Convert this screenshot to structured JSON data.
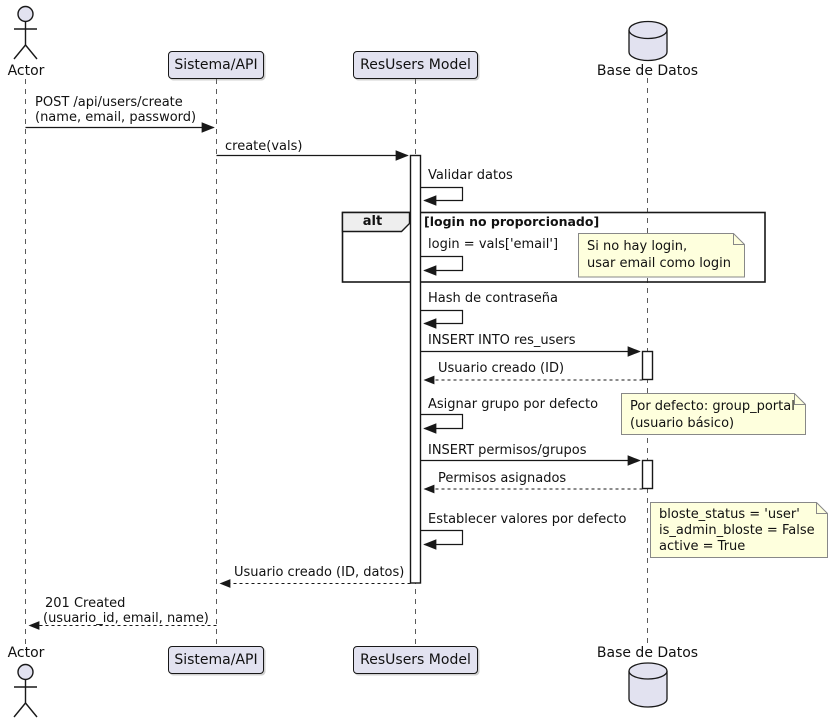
{
  "participants": {
    "actor": {
      "label": "Actor"
    },
    "sistema": {
      "label": "Sistema/API"
    },
    "resusers": {
      "label": "ResUsers Model"
    },
    "db": {
      "label": "Base de Datos"
    }
  },
  "alt": {
    "operator": "alt",
    "condition": "[login no proporcionado]"
  },
  "messages": {
    "post_create": {
      "line1": "POST /api/users/create",
      "line2": "(name, email, password)"
    },
    "create_vals": {
      "label": "create(vals)"
    },
    "validar_datos": {
      "label": "Validar datos"
    },
    "login_email": {
      "label": "login = vals['email']"
    },
    "hash_password": {
      "label": "Hash de contraseña"
    },
    "insert_res_users": {
      "label": "INSERT INTO res_users"
    },
    "usuario_creado_id": {
      "label": "Usuario creado (ID)"
    },
    "asignar_grupo": {
      "label": "Asignar grupo por defecto"
    },
    "insert_permisos": {
      "label": "INSERT permisos/grupos"
    },
    "permisos_asignados": {
      "label": "Permisos asignados"
    },
    "establecer_valores": {
      "label": "Establecer valores por defecto"
    },
    "usuario_creado_datos": {
      "label": "Usuario creado (ID, datos)"
    },
    "created_201": {
      "line1": "201 Created",
      "line2": "(usuario_id, email, name)"
    }
  },
  "notes": {
    "login_note": {
      "line1": "Si no hay login,",
      "line2": "usar email como login"
    },
    "grupo_note": {
      "line1": "Por defecto: group_portal",
      "line2": "(usuario básico)"
    },
    "valores_note": {
      "line1": "bloste_status = 'user'",
      "line2": "is_admin_bloste = False",
      "line3": "active = True"
    }
  },
  "colors": {
    "participant_fill": "#E2E2F0",
    "participant_border": "#181818",
    "note_fill": "#FEFFDD",
    "note_border": "#888888",
    "alt_label_fill": "#EEEEEE",
    "frame_border": "#181818",
    "lifeline": "#5B5B5B"
  }
}
